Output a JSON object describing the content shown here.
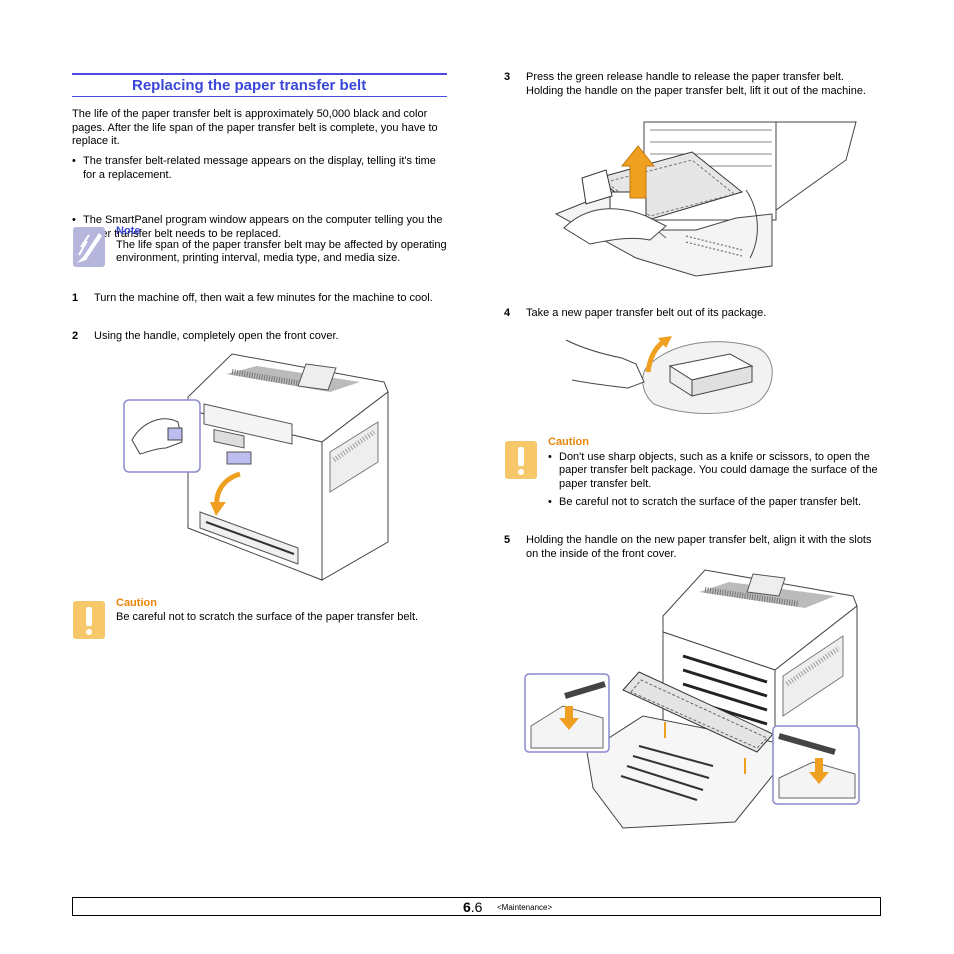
{
  "section": {
    "title": "Replacing the paper transfer belt"
  },
  "intro": "The life of the paper transfer belt is approximately 50,000 black and color pages. After the life span of the paper transfer belt is complete, you have to replace it.",
  "bullets": [
    "The transfer belt-related message appears on the display, telling it's time for a replacement.",
    "The SmartPanel program window appears on the computer telling you the paper transfer belt needs to be replaced."
  ],
  "note": {
    "title": "Note",
    "text": "The life span of the paper transfer belt may be affected by operating environment, printing interval, media type, and media size.",
    "icon": "note-pencil-icon"
  },
  "steps": [
    {
      "num": "1",
      "text": "Turn the machine off, then wait a few minutes for the machine to cool."
    },
    {
      "num": "2",
      "text": "Using the handle, completely open the front cover."
    },
    {
      "num": "3",
      "text": "Press the green release handle to release the paper transfer belt. Holding the handle on the paper transfer belt, lift it out of the machine."
    },
    {
      "num": "4",
      "text": "Take a new paper transfer belt out of its package."
    },
    {
      "num": "5",
      "text": "Holding the handle on the new paper transfer belt, align it with the slots on the inside of the front cover."
    }
  ],
  "caution1": {
    "title": "Caution",
    "text": "Be careful not to scratch the surface of the paper transfer belt.",
    "icon": "caution-exclamation-icon"
  },
  "caution2": {
    "title": "Caution",
    "bullets": [
      "Don't use sharp objects, such as a knife or scissors, to open the paper transfer belt package. You could damage the surface of the paper transfer belt.",
      "Be careful not to scratch the surface of the paper transfer belt."
    ],
    "icon": "caution-exclamation-icon"
  },
  "bullet_char": "•",
  "footer": {
    "page_major": "6",
    "page_minor": ".6",
    "label": "<Maintenance>"
  },
  "colors": {
    "accent_blue": "#3b47d8",
    "caution_orange": "#e8850c",
    "arrow_orange": "#f0a020",
    "icon_purple": "#b6b6dc",
    "icon_yellow": "#f6c86a"
  }
}
